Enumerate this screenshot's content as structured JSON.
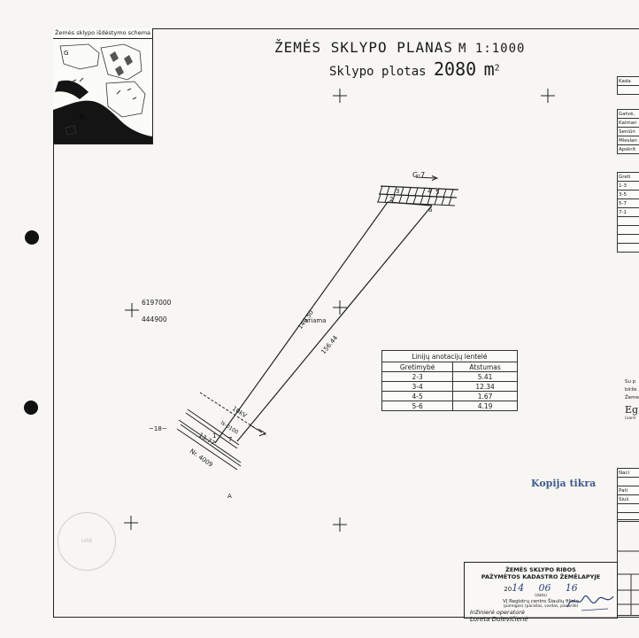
{
  "inset": {
    "title": "Žemės sklypo išdėstymo schema",
    "marks": [
      "G",
      "G"
    ]
  },
  "title": {
    "main": "ŽEMĖS  SKLYPO  PLANAS",
    "scale": "M 1:1000"
  },
  "area": {
    "label": "Sklypo  plotas",
    "value": "2080",
    "unit": "m",
    "exp": "2"
  },
  "coordinates": {
    "north": "6197000",
    "east": "444900"
  },
  "map_labels": {
    "g7": "G-7",
    "len1": "149.50",
    "len2": "156.44",
    "ariama": "ariama",
    "kv": "10kV",
    "ls": "ls-0100",
    "width": "13.77",
    "road": "Nr. 4009",
    "n18": "~18~",
    "pA": "A",
    "pt1": "1",
    "pt2": "2",
    "pt3": "3",
    "pt4": "4",
    "pt5": "5",
    "pt6": "6",
    "pt7": "7"
  },
  "annotation_table": {
    "title": "Linijų anotacijų lentelė",
    "headers": [
      "Gretimybė",
      "Atstumas"
    ],
    "rows": [
      [
        "2-3",
        "5.41"
      ],
      [
        "3-4",
        "12.34"
      ],
      [
        "4-5",
        "1.67"
      ],
      [
        "5-6",
        "4.19"
      ]
    ]
  },
  "side_tables": {
    "t1": [
      "Kada"
    ],
    "t2": [
      "Gatvė,",
      "Kaiman",
      "Seniūn",
      "Mieslan",
      "Apskrit"
    ],
    "t3": [
      "Greti",
      "1-3",
      "3-5",
      "5-7",
      "7-1",
      "",
      "",
      "",
      ""
    ],
    "t4": [
      "Naci",
      "",
      "Pati",
      "Siuš",
      "",
      ""
    ]
  },
  "side_text": {
    "s1": "Su p",
    "s2": "birže",
    "s3": "Žeme",
    "s4": "Eg",
    "s5": "(vard"
  },
  "kopija": "Kopija tikra",
  "stamp": {
    "l1": "ŽEMĖS SKLYPO RIBOS",
    "l2": "PAŽYMĖTOS KADASTRO ŽEMĖLAPYJE",
    "year": "20",
    "yy": "14",
    "mm": "06",
    "dd": "16",
    "date_caption": "(data)",
    "l5": "VĮ Registrų centro Šiaulių filialo",
    "l6": "(pareigos)      (parašas, vardas, pavardė)",
    "l7": "Inžinierė operatorė",
    "l8": "Loreta Dulevičienė"
  },
  "faint_stamp": "UAB"
}
